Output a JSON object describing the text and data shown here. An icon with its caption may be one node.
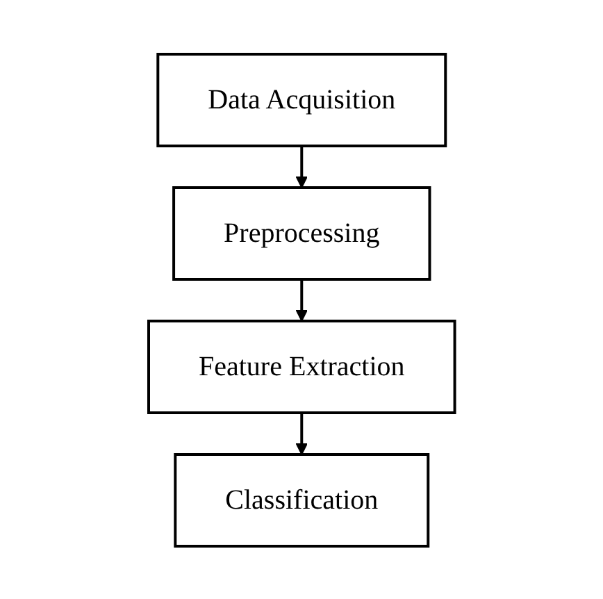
{
  "diagram": {
    "nodes": [
      {
        "text": [
          "Data Acquisition"
        ]
      },
      {
        "text": [
          "Preprocessing"
        ]
      },
      {
        "text": [
          "Feature Extraction"
        ]
      },
      {
        "text": [
          "Classification"
        ]
      }
    ],
    "edges": [
      {
        "from": 0,
        "to": 1,
        "arrow": "to"
      },
      {
        "from": 1,
        "to": 2,
        "arrow": "to"
      },
      {
        "from": 2,
        "to": 3,
        "arrow": "to"
      }
    ]
  }
}
